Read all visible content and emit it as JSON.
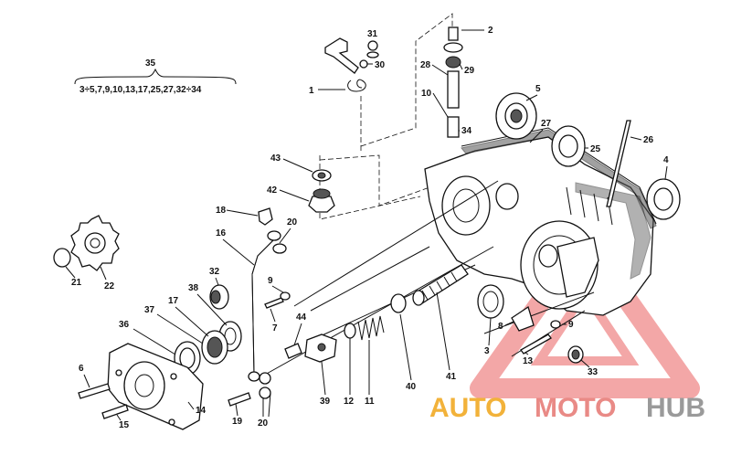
{
  "callouts": [
    {
      "id": "c1",
      "label": "1"
    },
    {
      "id": "c2",
      "label": "2"
    },
    {
      "id": "c3",
      "label": "3"
    },
    {
      "id": "c4",
      "label": "4"
    },
    {
      "id": "c5",
      "label": "5"
    },
    {
      "id": "c6",
      "label": "6"
    },
    {
      "id": "c7",
      "label": "7"
    },
    {
      "id": "c8",
      "label": "8"
    },
    {
      "id": "c9a",
      "label": "9"
    },
    {
      "id": "c9b",
      "label": "9"
    },
    {
      "id": "c10",
      "label": "10"
    },
    {
      "id": "c11",
      "label": "11"
    },
    {
      "id": "c12",
      "label": "12"
    },
    {
      "id": "c13",
      "label": "13"
    },
    {
      "id": "c14",
      "label": "14"
    },
    {
      "id": "c15",
      "label": "15"
    },
    {
      "id": "c16",
      "label": "16"
    },
    {
      "id": "c17",
      "label": "17"
    },
    {
      "id": "c18",
      "label": "18"
    },
    {
      "id": "c19",
      "label": "19"
    },
    {
      "id": "c20a",
      "label": "20"
    },
    {
      "id": "c20b",
      "label": "20"
    },
    {
      "id": "c21",
      "label": "21"
    },
    {
      "id": "c22",
      "label": "22"
    },
    {
      "id": "c25",
      "label": "25"
    },
    {
      "id": "c26",
      "label": "26"
    },
    {
      "id": "c27",
      "label": "27"
    },
    {
      "id": "c28",
      "label": "28"
    },
    {
      "id": "c29",
      "label": "29"
    },
    {
      "id": "c30",
      "label": "30"
    },
    {
      "id": "c31",
      "label": "31"
    },
    {
      "id": "c32",
      "label": "32"
    },
    {
      "id": "c33",
      "label": "33"
    },
    {
      "id": "c34",
      "label": "34"
    },
    {
      "id": "c35",
      "label": "35"
    },
    {
      "id": "c36",
      "label": "36"
    },
    {
      "id": "c37",
      "label": "37"
    },
    {
      "id": "c38",
      "label": "38"
    },
    {
      "id": "c39",
      "label": "39"
    },
    {
      "id": "c40",
      "label": "40"
    },
    {
      "id": "c41",
      "label": "41"
    },
    {
      "id": "c42",
      "label": "42"
    },
    {
      "id": "c43",
      "label": "43"
    },
    {
      "id": "c44",
      "label": "44"
    }
  ],
  "kit_note": "3÷5,7,9,10,13,17,25,27,32÷34",
  "watermark": {
    "part1": "AUTO",
    "part2": "MOTO",
    "part3": "HUB",
    "color1": "#f2b23a",
    "color2": "#e98a86",
    "color3": "#9a9a9a",
    "logo_color": "#f08a8a"
  }
}
